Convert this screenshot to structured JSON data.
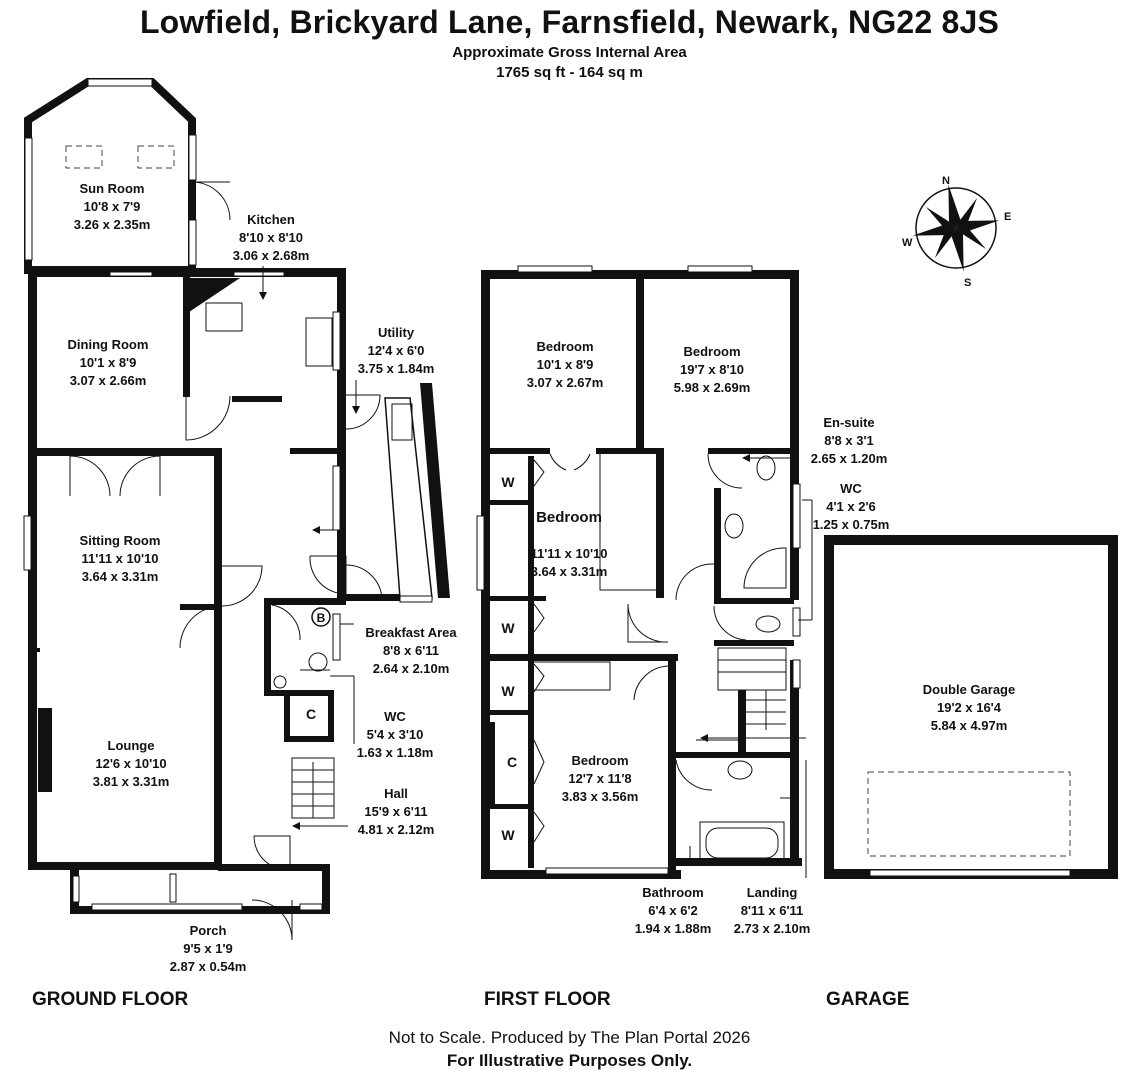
{
  "header": {
    "address": "Lowfield, Brickyard Lane, Farnsfield, Newark, NG22 8JS",
    "area_label": "Approximate Gross Internal Area",
    "area_value": "1765 sq ft - 164 sq m"
  },
  "compass": {
    "n": "N",
    "e": "E",
    "s": "S",
    "w": "W"
  },
  "floors": {
    "ground": "GROUND FLOOR",
    "first": "FIRST FLOOR",
    "garage": "GARAGE"
  },
  "rooms": {
    "sun_room": {
      "name": "Sun Room",
      "imperial": "10'8 x 7'9",
      "metric": "3.26 x 2.35m"
    },
    "kitchen": {
      "name": "Kitchen",
      "imperial": "8'10 x 8'10",
      "metric": "3.06 x 2.68m"
    },
    "dining_room": {
      "name": "Dining Room",
      "imperial": "10'1 x 8'9",
      "metric": "3.07 x 2.66m"
    },
    "utility": {
      "name": "Utility",
      "imperial": "12'4 x 6'0",
      "metric": "3.75 x 1.84m"
    },
    "sitting_room": {
      "name": "Sitting Room",
      "imperial": "11'11 x 10'10",
      "metric": "3.64 x 3.31m"
    },
    "breakfast_area": {
      "name": "Breakfast Area",
      "imperial": "8'8 x 6'11",
      "metric": "2.64 x 2.10m"
    },
    "wc_ground": {
      "name": "WC",
      "imperial": "5'4 x 3'10",
      "metric": "1.63 x 1.18m"
    },
    "lounge": {
      "name": "Lounge",
      "imperial": "12'6 x 10'10",
      "metric": "3.81 x 3.31m"
    },
    "hall": {
      "name": "Hall",
      "imperial": "15'9 x 6'11",
      "metric": "4.81 x 2.12m"
    },
    "porch": {
      "name": "Porch",
      "imperial": "9'5 x 1'9",
      "metric": "2.87 x 0.54m"
    },
    "bedroom_1": {
      "name": "Bedroom",
      "imperial": "10'1 x 8'9",
      "metric": "3.07 x 2.67m"
    },
    "bedroom_2": {
      "name": "Bedroom",
      "imperial": "19'7 x 8'10",
      "metric": "5.98 x 2.69m"
    },
    "en_suite": {
      "name": "En-suite",
      "imperial": "8'8 x 3'1",
      "metric": "2.65 x 1.20m"
    },
    "wc_first": {
      "name": "WC",
      "imperial": "4'1 x 2'6",
      "metric": "1.25 x 0.75m"
    },
    "bedroom_3": {
      "name": "Bedroom",
      "imperial": "11'11 x 10'10",
      "metric": "3.64 x 3.31m"
    },
    "bedroom_4": {
      "name": "Bedroom",
      "imperial": "12'7 x 11'8",
      "metric": "3.83 x 3.56m"
    },
    "bathroom": {
      "name": "Bathroom",
      "imperial": "6'4 x 6'2",
      "metric": "1.94 x 1.88m"
    },
    "landing": {
      "name": "Landing",
      "imperial": "8'11 x 6'11",
      "metric": "2.73 x 2.10m"
    },
    "double_garage": {
      "name": "Double Garage",
      "imperial": "19'2 x 16'4",
      "metric": "5.84 x 4.97m"
    }
  },
  "fixtures": {
    "boiler": "B",
    "cupboard": "C",
    "wardrobe": "W"
  },
  "footer": {
    "note": "Not to Scale. Produced by The Plan Portal 2026",
    "disclaimer": "For Illustrative Purposes Only."
  }
}
